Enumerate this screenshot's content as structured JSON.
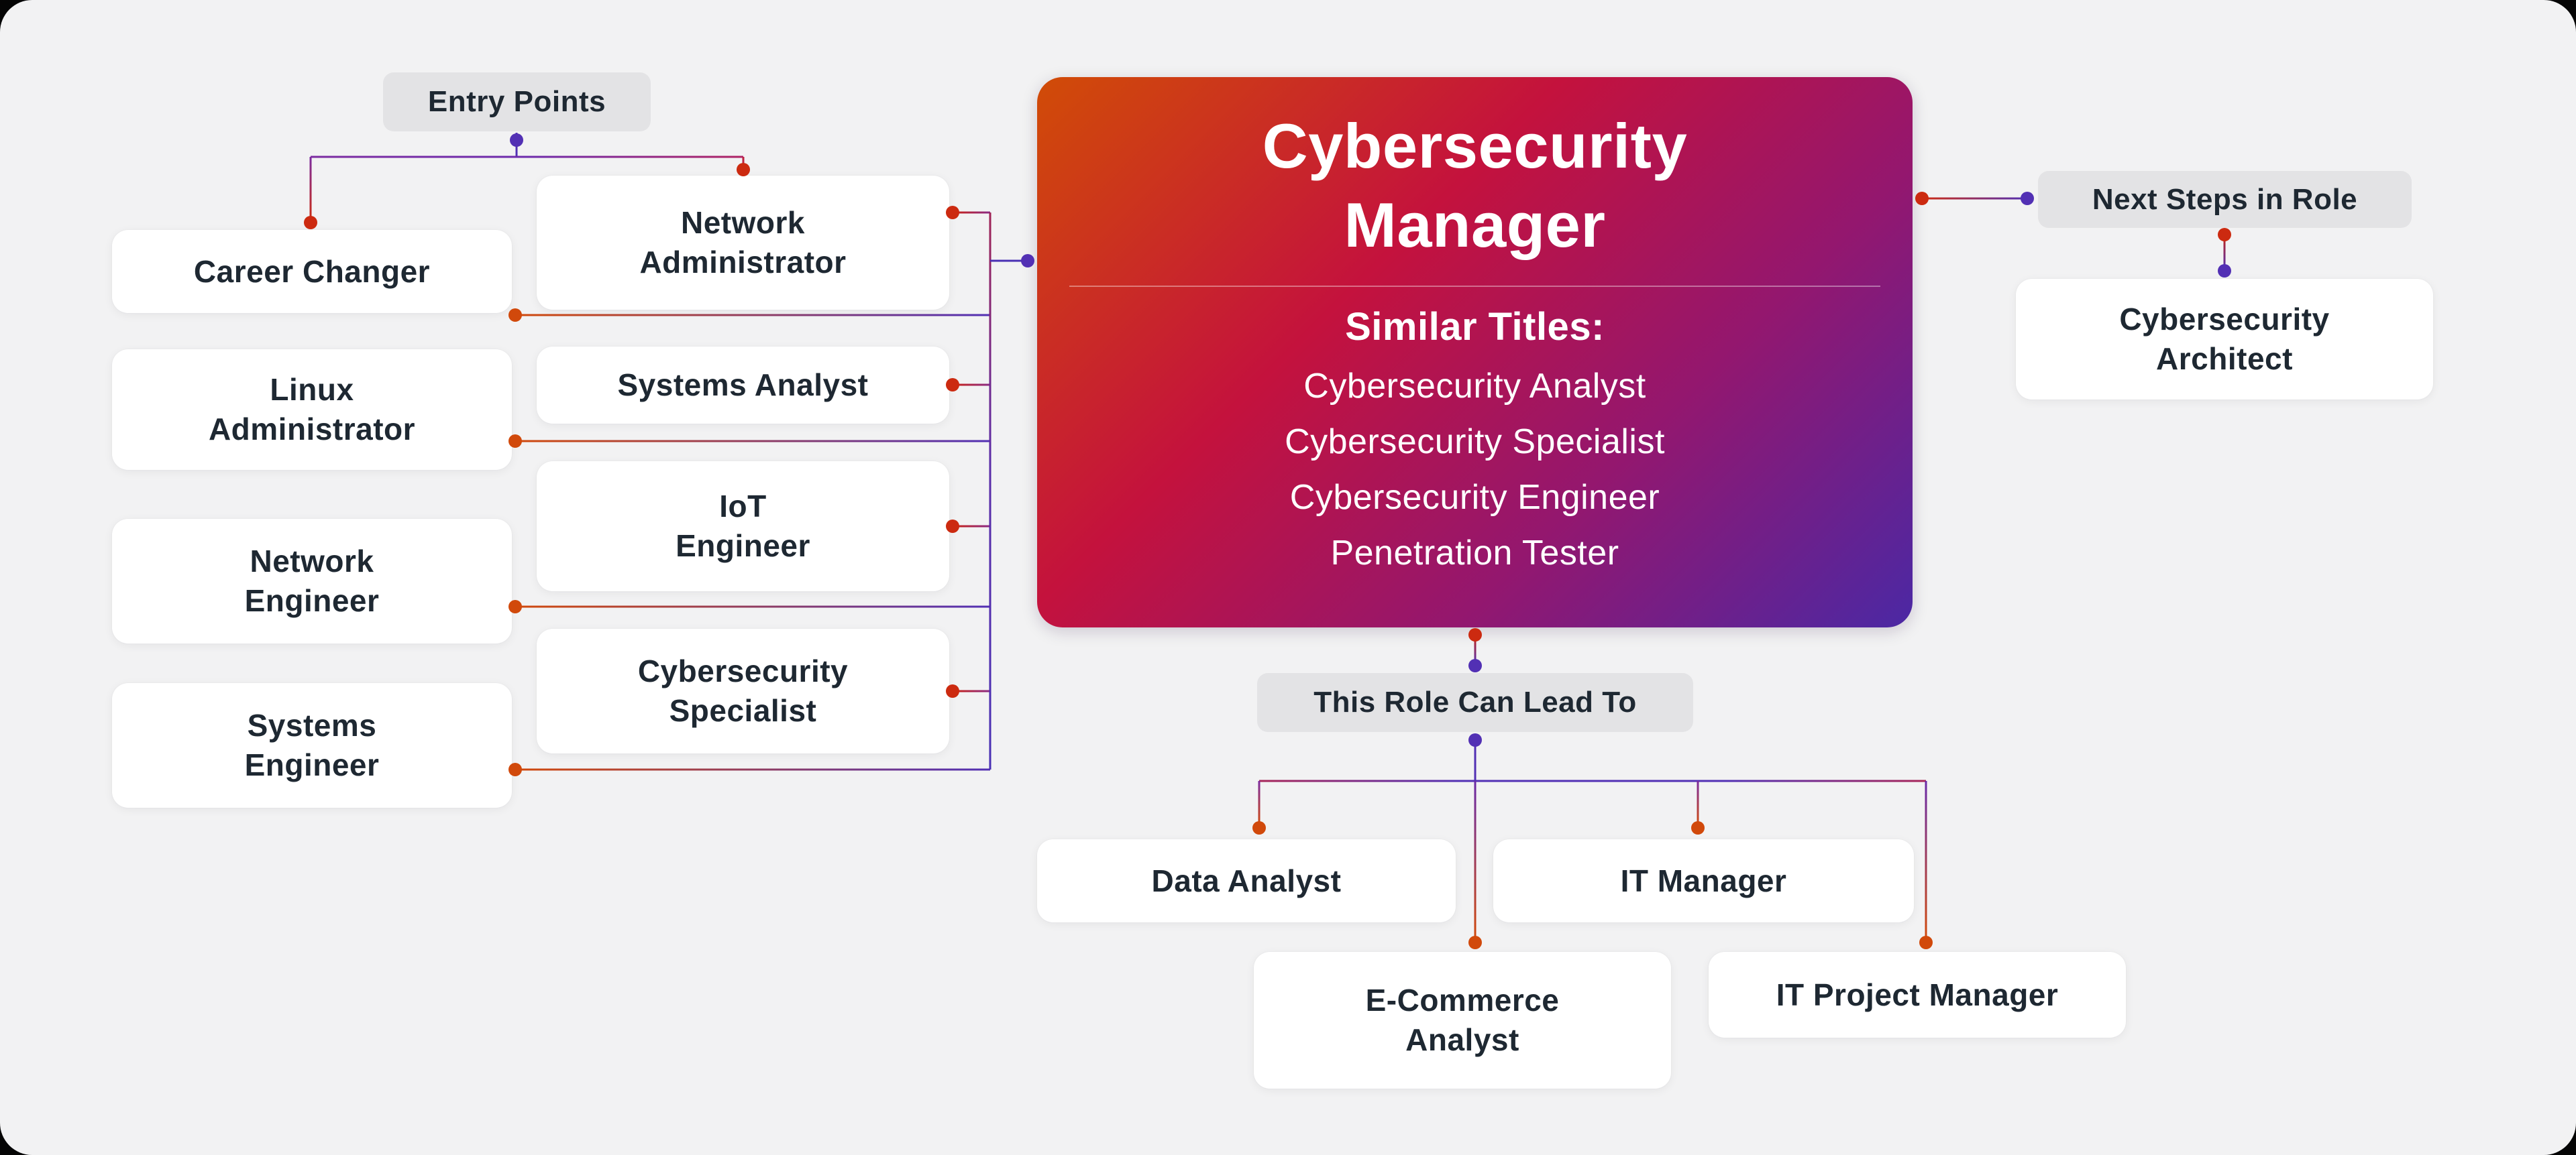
{
  "diagram_title": "Cybersecurity Manager career pathway",
  "colors": {
    "outer_background": "#050505",
    "canvas_background": "#f2f2f3",
    "node_background": "#ffffff",
    "node_text": "#1e2832",
    "tag_background": "#e3e3e5",
    "center_gradient": [
      "#d14c07",
      "#c4123d",
      "#93176f",
      "#4b28a4"
    ],
    "center_text": "#ffffff",
    "connector_red": "#c9250f",
    "connector_purple": "#5230b4",
    "dot_orange": "#d1490b",
    "dot_red": "#cc2a10",
    "dot_purple": "#5230b4"
  },
  "entry": {
    "label": "Entry Points",
    "column_left": [
      {
        "id": "career-changer",
        "label": "Career Changer"
      },
      {
        "id": "linux-administrator",
        "label": "Linux\nAdministrator"
      },
      {
        "id": "network-engineer",
        "label": "Network\nEngineer"
      },
      {
        "id": "systems-engineer",
        "label": "Systems\nEngineer"
      }
    ],
    "column_right": [
      {
        "id": "network-administrator",
        "label": "Network\nAdministrator"
      },
      {
        "id": "systems-analyst",
        "label": "Systems Analyst"
      },
      {
        "id": "iot-engineer",
        "label": "IoT\nEngineer"
      },
      {
        "id": "cybersecurity-specialist",
        "label": "Cybersecurity\nSpecialist"
      }
    ]
  },
  "center": {
    "title": "Cybersecurity\nManager",
    "similar_heading": "Similar Titles:",
    "similar_titles": [
      "Cybersecurity Analyst",
      "Cybersecurity Specialist",
      "Cybersecurity Engineer",
      "Penetration Tester"
    ]
  },
  "next_steps": {
    "label": "Next Steps in Role",
    "node": "Cybersecurity\nArchitect"
  },
  "leads_to": {
    "label": "This Role Can Lead To",
    "nodes": [
      {
        "id": "data-analyst",
        "label": "Data Analyst"
      },
      {
        "id": "it-manager",
        "label": "IT Manager"
      },
      {
        "id": "ecommerce-analyst",
        "label": "E-Commerce\nAnalyst"
      },
      {
        "id": "it-project-manager",
        "label": "IT Project Manager"
      }
    ]
  }
}
